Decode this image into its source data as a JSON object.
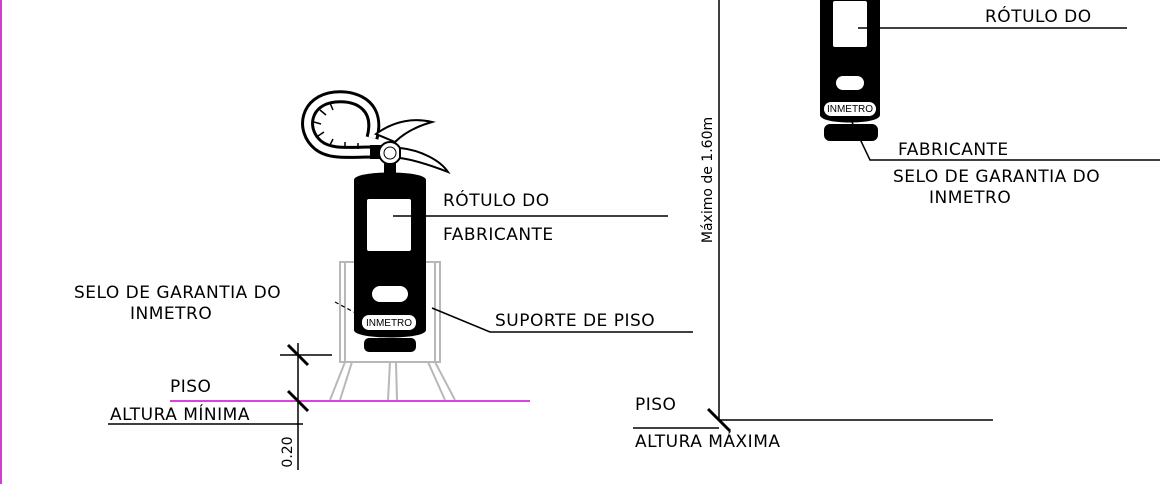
{
  "colors": {
    "floor_line": "#e040e0",
    "left_border": "#d040d0",
    "ink": "#000000"
  },
  "left_detail": {
    "label_rotulo_line1": "RÓTULO DO",
    "label_rotulo_line2": "FABRICANTE",
    "label_selo_line1": "SELO DE GARANTIA DO",
    "label_selo_line2": "INMETRO",
    "label_suporte": "SUPORTE DE PISO",
    "label_piso": "PISO",
    "label_altura": "ALTURA MÍNIMA",
    "dimension": "0.20",
    "badge": "INMETRO"
  },
  "right_detail": {
    "label_rotulo": "RÓTULO DO",
    "label_fabricante": "FABRICANTE",
    "label_selo_line1": "SELO DE GARANTIA DO",
    "label_selo_line2": "INMETRO",
    "label_piso": "PISO",
    "label_altura": "ALTURA MÁXIMA",
    "dimension": "Máximo de 1.60m",
    "badge": "INMETRO"
  }
}
